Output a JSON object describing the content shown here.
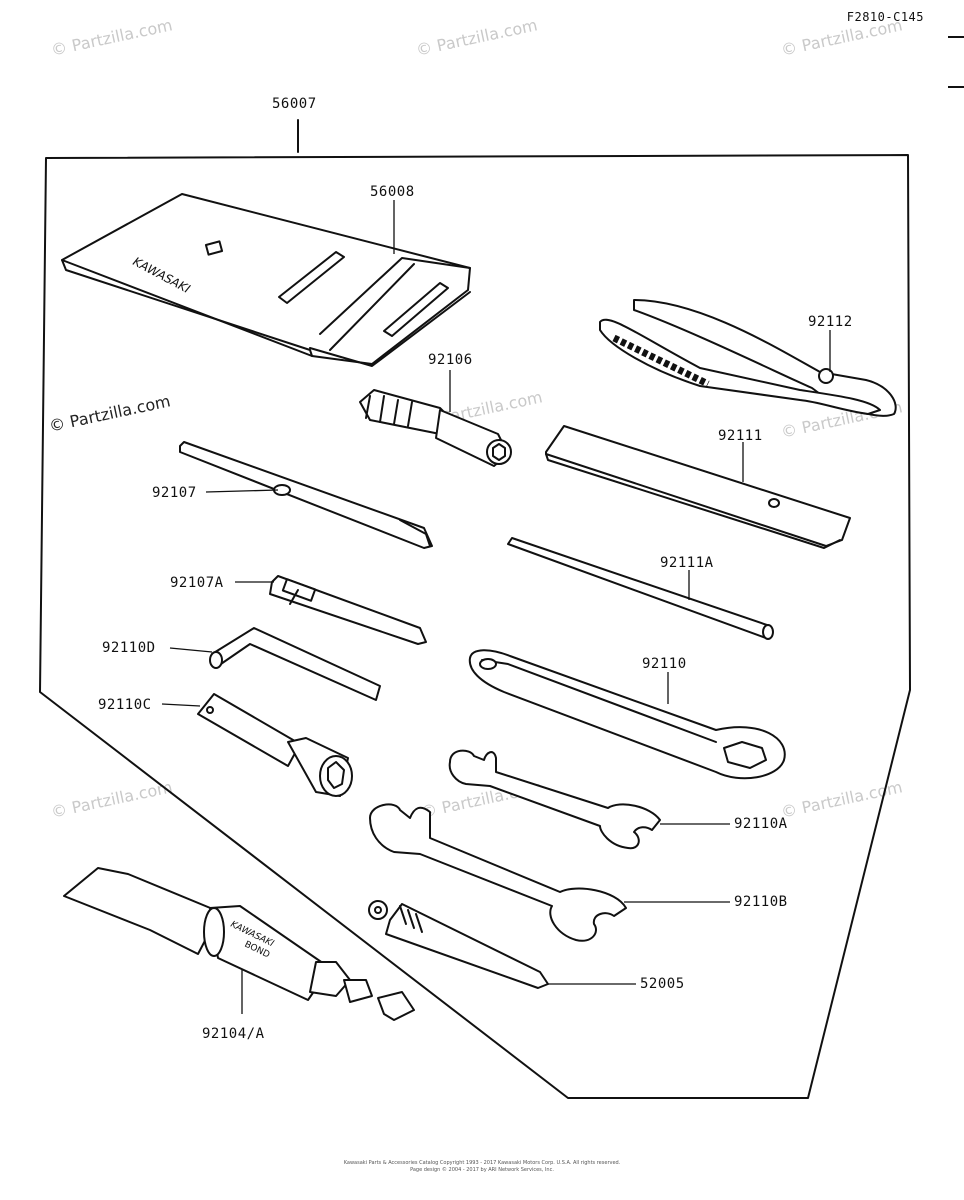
{
  "drawing_code": "F2810-C145",
  "watermark_text": "© Partzilla.com",
  "callouts": {
    "kit": "56007",
    "bag": "56008",
    "handle": "92106",
    "pliers": "92112",
    "bar": "92111",
    "screwdriver": "92107",
    "rod": "92111A",
    "bit": "92107A",
    "hex_key": "92110D",
    "ring_spanner": "92110",
    "plug_wrench": "92110C",
    "spanner_a": "92110A",
    "spanner_b": "92110B",
    "gauge": "52005",
    "bond_tube": "92104/A"
  },
  "bag_print": "KAWASAKI",
  "tube_print": {
    "line1": "KAWASAKI",
    "line2": "BOND"
  },
  "footer": {
    "line1": "Kawasaki Parts & Accessories Catalog  Copyright 1993 - 2017 Kawasaki Motors Corp. U.S.A. All rights reserved.",
    "line2": "Page design © 2004 - 2017 by ARI Network Services, Inc."
  }
}
